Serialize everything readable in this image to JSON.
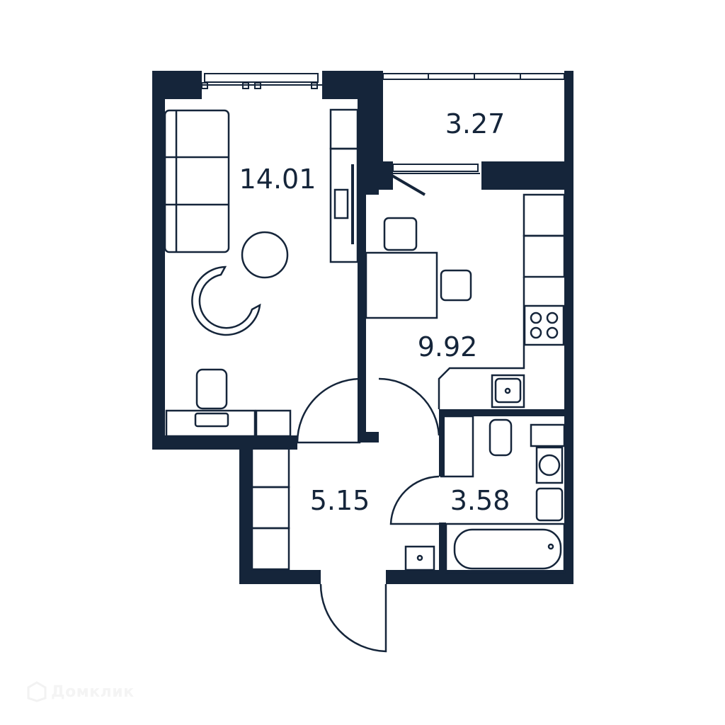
{
  "plan": {
    "wall_color": "#15253a",
    "background": "#ffffff",
    "rooms": [
      {
        "id": "living-room",
        "area": "14.01"
      },
      {
        "id": "balcony",
        "area": "3.27"
      },
      {
        "id": "kitchen",
        "area": "9.92"
      },
      {
        "id": "hallway",
        "area": "5.15"
      },
      {
        "id": "bathroom",
        "area": "3.58"
      }
    ]
  },
  "watermark": {
    "text": "Домклик",
    "icon": "house-logo-icon",
    "color": "#f2f2f2"
  }
}
